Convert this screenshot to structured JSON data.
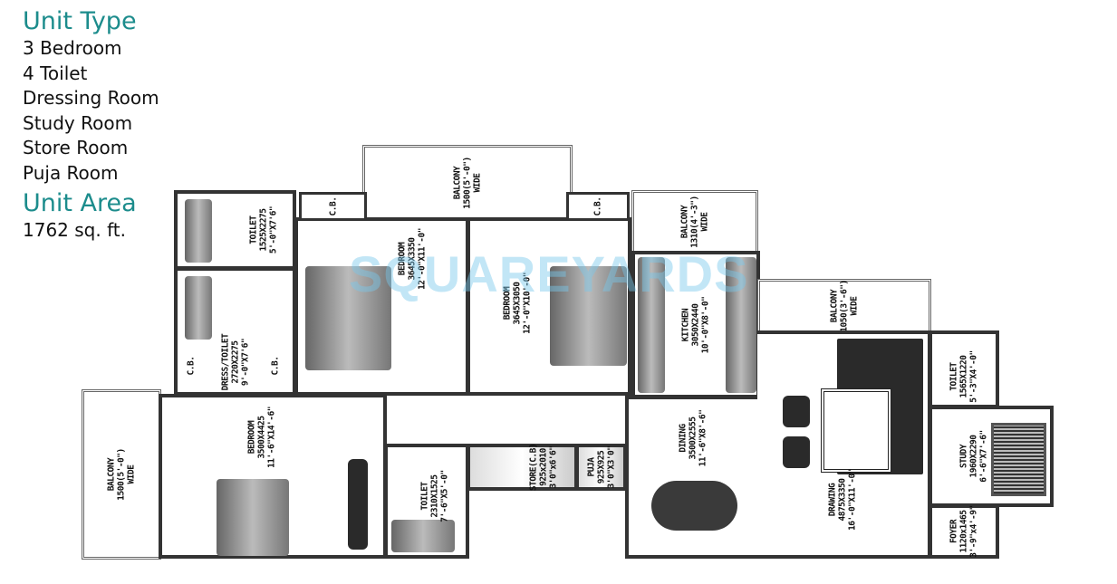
{
  "unit_info": {
    "type_heading": "Unit Type",
    "type_lines": [
      "3 Bedroom",
      "4 Toilet",
      "Dressing Room",
      "Study Room",
      "Store Room",
      "Puja Room"
    ],
    "area_heading": "Unit Area",
    "area_value": "1762 sq. ft."
  },
  "watermark": "SQUAREYARDS",
  "rooms": {
    "toilet_1": {
      "name": "TOILET",
      "dim_mm": "1525X2275",
      "dim_ft": "5'-0\"X7'6\""
    },
    "dress_toilet": {
      "name": "DRESS/TOILET",
      "dim_mm": "2720X2275",
      "dim_ft": "9'-0\"X7'6\""
    },
    "cb_1": {
      "name": "C.B."
    },
    "cb_2": {
      "name": "C.B."
    },
    "cb_3": {
      "name": "C.B."
    },
    "cb_4": {
      "name": "C.B."
    },
    "balcony_top": {
      "name": "BALCONY",
      "dim_mm": "1500(5'-0\")",
      "dim_ft": "WIDE"
    },
    "bedroom_1": {
      "name": "BEDROOM",
      "dim_mm": "3645X3350",
      "dim_ft": "12'-0\"X11'-0\""
    },
    "bedroom_2": {
      "name": "BEDROOM",
      "dim_mm": "3645X3050",
      "dim_ft": "12'-0\"X10'-0\""
    },
    "balcony_kitchen": {
      "name": "BALCONY",
      "dim_mm": "1310(4'-3\")",
      "dim_ft": "WIDE"
    },
    "kitchen": {
      "name": "KITCHEN",
      "dim_mm": "3050X2440",
      "dim_ft": "10'-0\"X8'-0\""
    },
    "balcony_drawing": {
      "name": "BALCONY",
      "dim_mm": "1050(3'-6\")",
      "dim_ft": "WIDE"
    },
    "toilet_3": {
      "name": "TOILET",
      "dim_mm": "1565X1220",
      "dim_ft": "5'-3\"X4'-0\""
    },
    "study": {
      "name": "STUDY",
      "dim_mm": "1960X2290",
      "dim_ft": "6'-6\"X7'-6\""
    },
    "foyer": {
      "name": "FOYER",
      "dim_mm": "1120x1465",
      "dim_ft": "3'-9\"x4'-9\""
    },
    "drawing": {
      "name": "DRAWING",
      "dim_mm": "4875X3350",
      "dim_ft": "16'-0\"X11'-0\""
    },
    "dining": {
      "name": "DINING",
      "dim_mm": "3500X2555",
      "dim_ft": "11'-6\"X8'-6\""
    },
    "puja": {
      "name": "PUJA",
      "dim_mm": "925X925",
      "dim_ft": "3'0\"X3'0\""
    },
    "store": {
      "name": "STORE(C.B)",
      "dim_mm": "925x2010",
      "dim_ft": "3'0\"x6'6\""
    },
    "toilet_2": {
      "name": "TOILET",
      "dim_mm": "2310X1525",
      "dim_ft": "7'-6\"X5'-0\""
    },
    "bedroom_3": {
      "name": "BEDROOM",
      "dim_mm": "3500X4425",
      "dim_ft": "11'-6\"X14'-6\""
    },
    "balcony_left": {
      "name": "BALCONY",
      "dim_mm": "1500(5'-0\")",
      "dim_ft": "WIDE"
    }
  }
}
